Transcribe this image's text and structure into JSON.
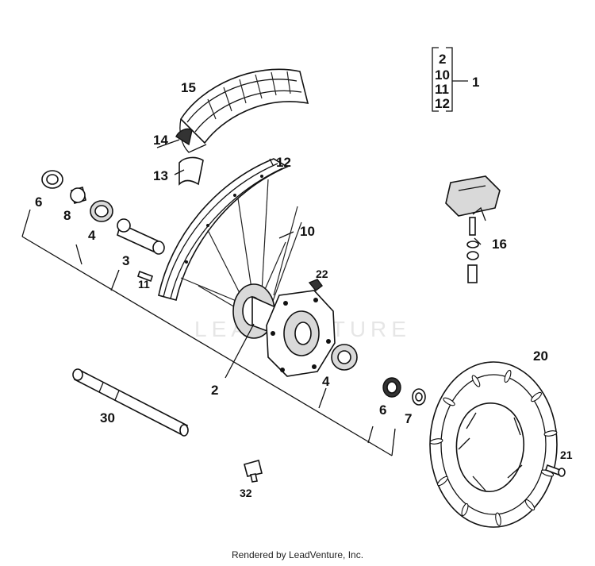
{
  "diagram": {
    "callouts": {
      "p15": "15",
      "p14": "14",
      "p13": "13",
      "p12": "12",
      "p10": "10",
      "p6a": "6",
      "p8": "8",
      "p4a": "4",
      "p3": "3",
      "p11": "11",
      "p22": "22",
      "p2": "2",
      "p4b": "4",
      "p6b": "6",
      "p7": "7",
      "p30": "30",
      "p32": "32",
      "p20": "20",
      "p21": "21",
      "p16": "16"
    },
    "kit": {
      "items": [
        "2",
        "10",
        "11",
        "12"
      ],
      "result": "1"
    },
    "watermark": "LEADVENTURE"
  },
  "footer": {
    "credit": "Rendered by LeadVenture, Inc."
  }
}
